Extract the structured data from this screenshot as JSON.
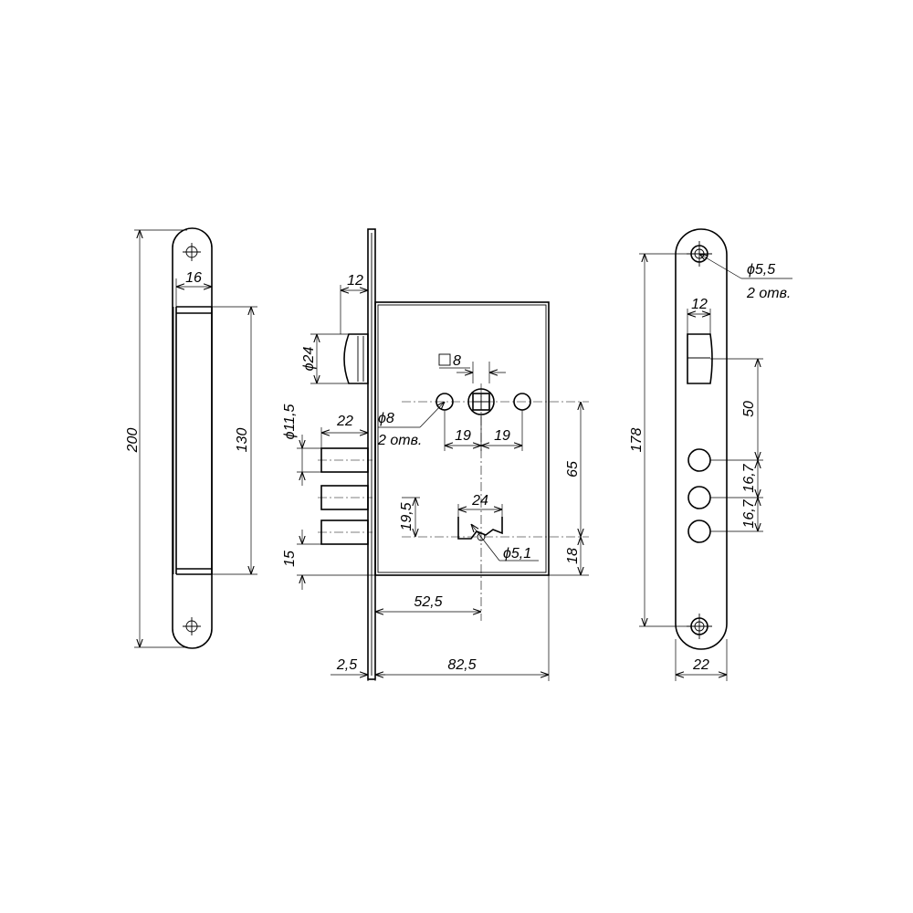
{
  "left_view": {
    "dim_total_height": "200",
    "dim_width": "16",
    "dim_opening_height": "130"
  },
  "center_view": {
    "dim_plate_thickness": "2,5",
    "dim_backset_total": "82,5",
    "dim_latch_width": "12",
    "dim_latch_dia": "ϕ24",
    "dim_square": "8",
    "dim_hole_dia": "ϕ8",
    "dim_hole_count": "2 отв.",
    "dim_bolt_length": "22",
    "dim_bolt_dia": "ϕ11,5",
    "dim_spacing_left": "19",
    "dim_spacing_right": "19",
    "dim_vertical_65": "65",
    "dim_keyway_width": "24",
    "dim_keyway_offset": "19,5",
    "dim_keyhole_dia": "ϕ5,1",
    "dim_bottom_18": "18",
    "dim_bottom_15": "15",
    "dim_backset": "52,5"
  },
  "right_view": {
    "dim_screw_dia": "ϕ5,5",
    "dim_screw_count": "2 отв.",
    "dim_latch_width": "12",
    "dim_total_height": "178",
    "dim_latch_to_bolt": "50",
    "dim_bolt_pitch_1": "16,7",
    "dim_bolt_pitch_2": "16,7",
    "dim_plate_width": "22"
  }
}
